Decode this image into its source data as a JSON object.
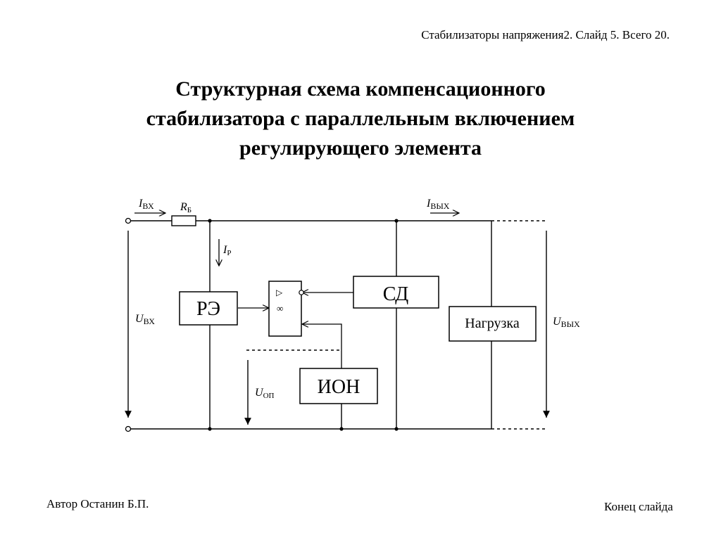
{
  "header": {
    "note": "Стабилизаторы напряжения2. Слайд 5. Всего 20."
  },
  "title": {
    "line1": "Структурная схема компенсационного",
    "line2": "стабилизатора с параллельным включением",
    "line3": "регулирующего элемента"
  },
  "diagram": {
    "blocks": {
      "re": "РЭ",
      "sd": "СД",
      "ion": "ИОН",
      "load": "Нагрузка"
    },
    "amplifier": {
      "triangle": "▷",
      "gain": "∞"
    },
    "labels": {
      "i_in": {
        "main": "I",
        "sub": "ВХ"
      },
      "r_b": {
        "main": "R",
        "sub": "Б"
      },
      "i_out": {
        "main": "I",
        "sub": "ВЫХ"
      },
      "i_r": {
        "main": "I",
        "sub": "Р"
      },
      "u_in": {
        "main": "U",
        "sub": "ВХ"
      },
      "u_out": {
        "main": "U",
        "sub": "ВЫХ"
      },
      "u_op": {
        "main": "U",
        "sub": "ОП"
      }
    }
  },
  "footer": {
    "author": "Автор Останин Б.П.",
    "end_link": "Конец слайда"
  }
}
